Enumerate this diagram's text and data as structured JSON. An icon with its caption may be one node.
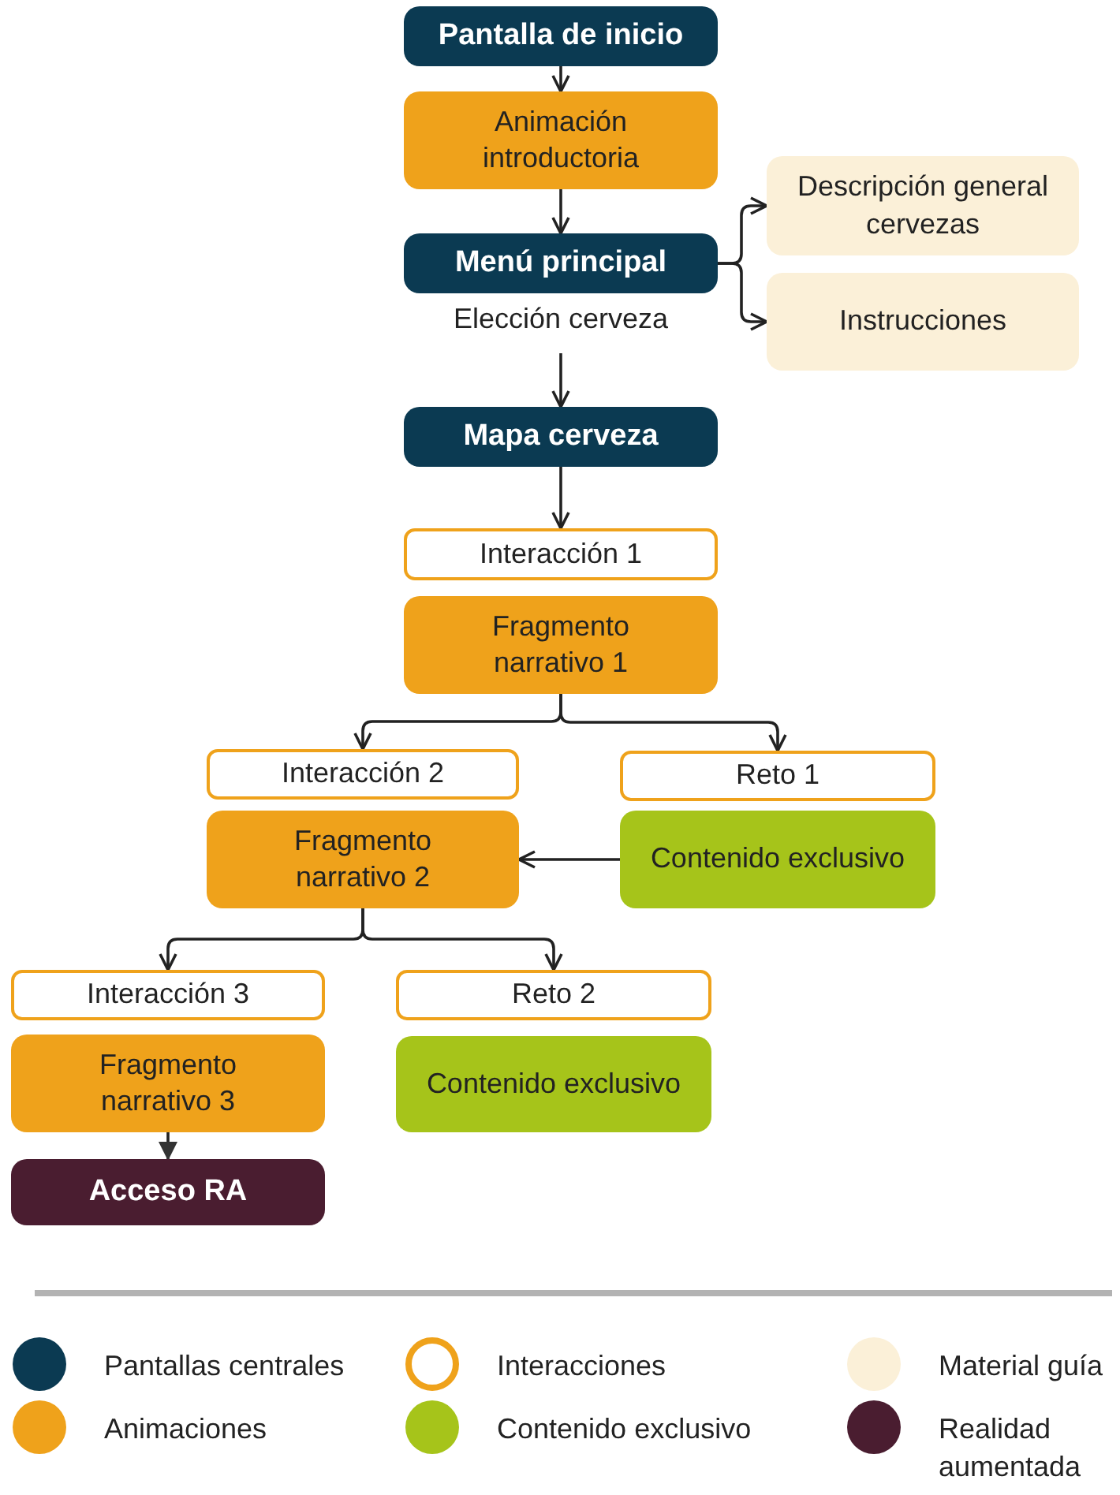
{
  "diagram": {
    "nodes": [
      {
        "text": [
          "Pantalla de inicio"
        ]
      },
      {
        "text": [
          "Animación introductoria"
        ]
      },
      {
        "text": [
          "Menú principal"
        ],
        "beside": [
          "Elección cerveza"
        ]
      },
      {
        "text": [
          "Descripción general cervezas"
        ]
      },
      {
        "text": [
          "Instrucciones"
        ]
      },
      {
        "text": [
          "Mapa cerveza"
        ]
      },
      {
        "text": [
          "Interacción 1"
        ]
      },
      {
        "text": [
          "Fragmento narrativo 1"
        ]
      },
      {
        "text": [
          "Interacción 2"
        ]
      },
      {
        "text": [
          "Reto 1"
        ]
      },
      {
        "text": [
          "Fragmento narrativo 2"
        ]
      },
      {
        "text": [
          "Contenido exclusivo"
        ]
      },
      {
        "text": [
          "Interacción 3"
        ]
      },
      {
        "text": [
          "Reto 2"
        ]
      },
      {
        "text": [
          "Fragmento narrativo 3"
        ]
      },
      {
        "text": [
          "Contenido exclusivo"
        ]
      },
      {
        "text": [
          "Acceso RA"
        ]
      }
    ],
    "edges": [
      {
        "from": 0,
        "to": 1,
        "arrow": "to"
      },
      {
        "from": 1,
        "to": 2,
        "arrow": "to"
      },
      {
        "from": 2,
        "to": 3,
        "arrow": "to"
      },
      {
        "from": 2,
        "to": 4,
        "arrow": "to"
      },
      {
        "from": 2,
        "to": 5,
        "arrow": "to"
      },
      {
        "from": 5,
        "to": 6,
        "arrow": "to"
      },
      {
        "from": 7,
        "to": 8,
        "arrow": "to"
      },
      {
        "from": 7,
        "to": 9,
        "arrow": "to"
      },
      {
        "from": 11,
        "to": 10,
        "arrow": "to"
      },
      {
        "from": 10,
        "to": 12,
        "arrow": "to"
      },
      {
        "from": 10,
        "to": 13,
        "arrow": "to"
      },
      {
        "from": 14,
        "to": 16,
        "arrow": "to"
      }
    ],
    "legend": [
      {
        "text": "Pantallas centrales",
        "color": "#0b3a52"
      },
      {
        "text": "Interacciones",
        "color": "#efa21b"
      },
      {
        "text": "Material guía",
        "color": "#fbf0d8"
      },
      {
        "text": "Animaciones",
        "color": "#efa21b"
      },
      {
        "text": "Contenido exclusivo",
        "color": "#a6c41a"
      },
      {
        "text": "Realidad aumentada",
        "color": "#4a1d30"
      }
    ]
  }
}
